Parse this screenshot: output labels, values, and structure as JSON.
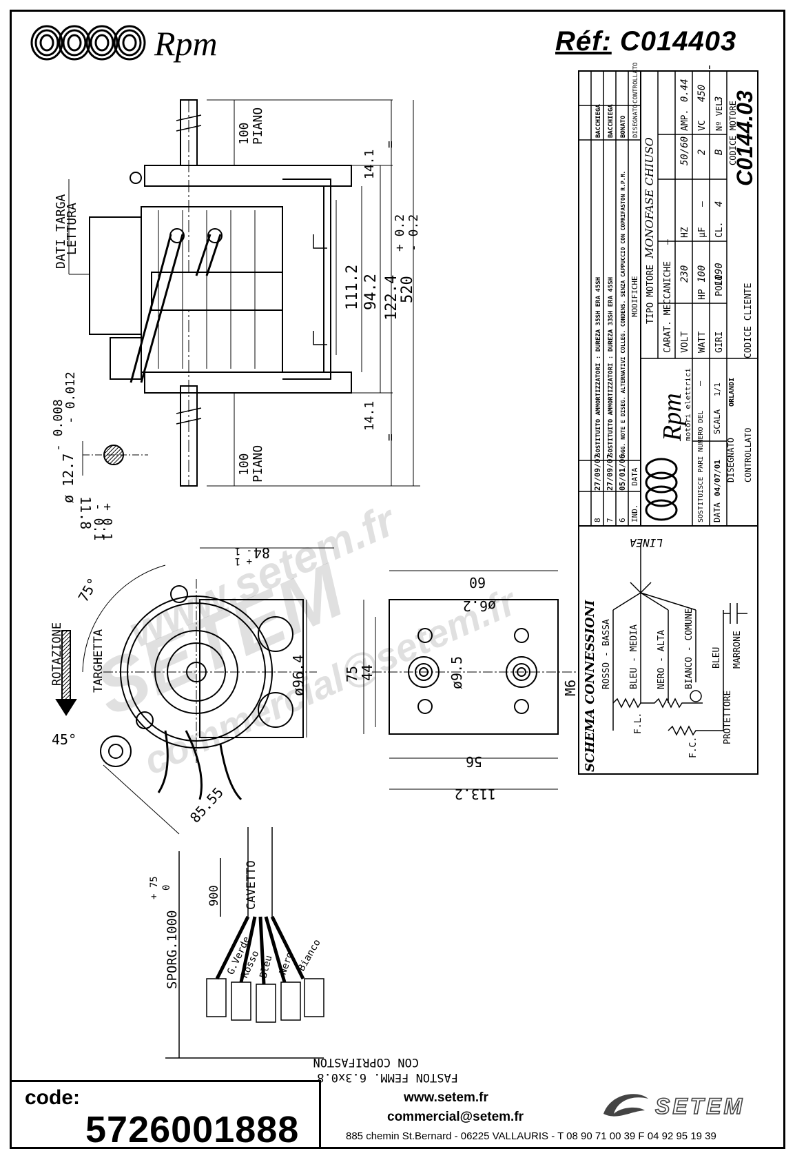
{
  "header": {
    "brand": "Rpm",
    "ref_label": "Réf:",
    "ref_value": "C014403"
  },
  "drawing": {
    "top_view": {
      "dati_targa": "DATI TARGA",
      "lettura": "LETTURA",
      "piano_top": "PIANO",
      "piano_bottom": "PIANO",
      "d100_top": "100",
      "d100_bottom": "100",
      "d14_1_top": "14.1",
      "d14_1_bottom": "14.1",
      "d111_2": "111.2",
      "d94_2": "94.2",
      "d122_4": "122.4",
      "d520": "520",
      "tol_plus_02": "+ 0.2",
      "tol_minus_02": "- 0.2",
      "eq": "=",
      "shaft_diam": "ø 12.7",
      "shaft_tol_a": "- 0.008",
      "shaft_tol_b": "- 0.012",
      "flat": "11.8",
      "flat_tol_a": "- 0.1",
      "flat_tol_b": "+ 0.1"
    },
    "front_view": {
      "angle75": "75°",
      "angle45": "45°",
      "rotazione": "ROTAZIONE",
      "targhetta": "TARGHETTA",
      "d84": "84",
      "d84_tol": "- 1",
      "d84_tol_b": "+ 1",
      "d96_4": "ø96.4",
      "d85_55": "85.55"
    },
    "plate_view": {
      "d60": "60",
      "d6_2": "ø6.2",
      "d9_5": "ø9.5",
      "d75": "75",
      "d44": "44",
      "d56": "56",
      "d113_2": "113.2",
      "m6": "M6",
      "eq": "="
    },
    "cable": {
      "d900": "900",
      "cavetto": "CAVETTO",
      "sporg": "SPORG.1000",
      "sporg_tol_a": "+ 75",
      "sporg_tol_b": "0",
      "wires": [
        "G.Verde",
        "Rosso",
        "Bleu",
        "Nero",
        "Bianco"
      ],
      "faston": "FASTON FEMM. 6.3x0.8",
      "copri": "CON COPRIFASTON"
    }
  },
  "title_block": {
    "modifiche_rows": [
      {
        "ind": "8",
        "data": "27/09/07",
        "mod": "SOSTITUITO AMMORTIZZATORI : DUREZA 35SH ERA 45SH",
        "dis": "BACCHIEGA"
      },
      {
        "ind": "7",
        "data": "27/09/07",
        "mod": "SOSTITUITO AMMORTIZZATORI : DUREZA 33SH ERA 45SH",
        "dis": "BACCHIEGA"
      },
      {
        "ind": "6",
        "data": "05/01/06",
        "mod": "AGG. NOTE E DISEG. ALTERNATIVI COLLEG. CONDENS. SENZA CAPPUCCIO CON COPRIFASTON R.P.M.",
        "dis": "BONATO"
      }
    ],
    "col_ind": "IND.",
    "col_data": "DATA",
    "col_modifiche": "MODIFICHE",
    "col_disegnato": "DISEGNATO",
    "col_controllato": "CONTROLLATO",
    "tipo_motore_label": "TIPO MOTORE",
    "tipo_motore_value": "MONOFASE CHIUSO",
    "carat_label": "CARAT. MECCANICHE",
    "carat_value": "—",
    "volt_label": "VOLT",
    "volt_value": "230",
    "hz_label": "HZ",
    "hz_value": "50/60",
    "amp_label": "AMP.",
    "amp_value": "0.44",
    "watt_label": "WATT",
    "watt_value": "100",
    "hp_label": "HP",
    "hp_value": "—",
    "uf_label": "µF",
    "uf_value": "2",
    "vc_label": "VC",
    "vc_value": "450",
    "giri_label": "GIRI",
    "giri_value": "1090",
    "poli_label": "POLI",
    "poli_value": "4",
    "cl_label": "CL.",
    "cl_value": "B",
    "nvel_label": "Nº VEL.",
    "nvel_value": "3",
    "codice_motore_label": "CODICE MOTORE",
    "codice_motore_value": "C0144.03",
    "codice_cliente_label": "CODICE CLIENTE",
    "sostituisce_label": "SOSTITUISCE PARI NUMERO DEL",
    "sostituisce_value": "—",
    "data_label": "DATA",
    "data_value": "04/07/01",
    "scala_label": "SCALA",
    "scala_value": "1/1",
    "disegnato_label": "DISEGNATO",
    "disegnato_value": "ORLANDI",
    "controllato_label": "CONTROLLATO",
    "rpm_logo": "Rpm",
    "rpm_sub": "motori elettrici"
  },
  "schema": {
    "title": "SCHEMA CONNESSIONI",
    "linea": "LINEA",
    "wires": [
      "ROSSO - BASSA",
      "BLEU - MEDIA",
      "NERO - ALTA",
      "BIANCO - COMUNE",
      "BLEU",
      "MARRONE"
    ],
    "fl": "F.L.",
    "fc": "F.C.",
    "protettore": "PROTETTORE"
  },
  "watermark": {
    "a": "www.setem.fr",
    "b": "SETEM",
    "c": "commercial@setem.fr"
  },
  "footer": {
    "code_label": "code:",
    "code_value": "5726001888",
    "web": "www.setem.fr",
    "mail": "commercial@setem.fr",
    "address": "885 chemin St.Bernard  -  06225 VALLAURIS  -  T 08 90 71 00 39   F 04 92 95 19 39",
    "setem_logo": "SETEM"
  }
}
